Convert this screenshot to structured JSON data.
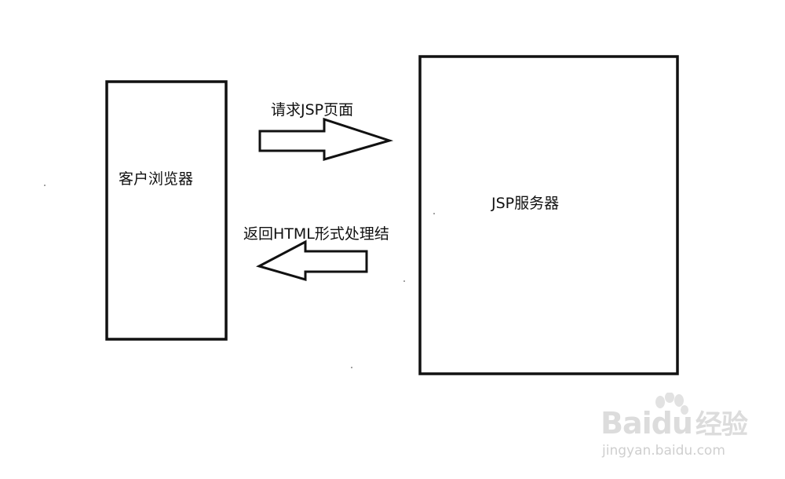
{
  "diagram": {
    "client_label": "客户浏览器",
    "server_label": "JSP服务器",
    "request_label": "请求JSP页面",
    "response_label": "返回HTML形式处理结"
  },
  "watermark": {
    "brand_text": "Baidu",
    "brand_suffix": "经验",
    "url": "jingyan.baidu.com",
    "icon": "paw-icon",
    "color": "#dcdcdc"
  },
  "colors": {
    "stroke": "#111111",
    "background": "#ffffff"
  }
}
